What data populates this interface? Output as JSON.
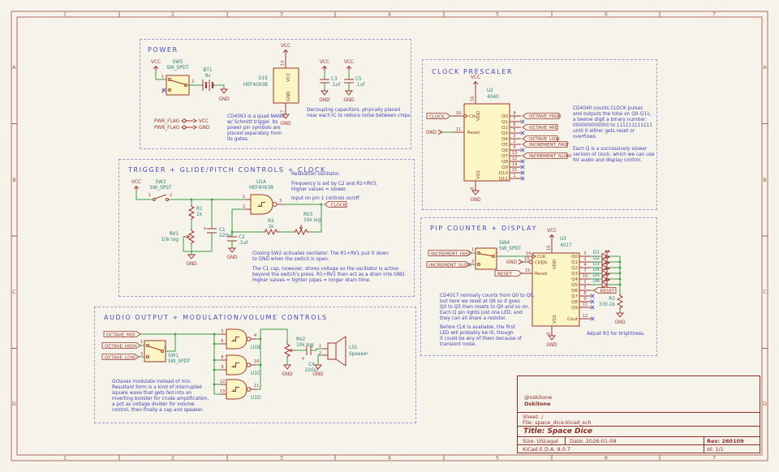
{
  "colors": {
    "background": "#f6f3eb",
    "frame": "#a5564c",
    "section_border": "#9d9cd2",
    "note_text": "#4343bb",
    "wire": "#3f9b3f",
    "symbol": "#9c372c",
    "field_text": "#2a8078",
    "symbol_fill": "#fcf6c5",
    "no_connect": "#4747c0"
  },
  "frame": {
    "cols": [
      "1",
      "2",
      "3",
      "4",
      "5",
      "6",
      "7"
    ],
    "rows": [
      "A",
      "B",
      "C",
      "D"
    ]
  },
  "power": {
    "title": "POWER",
    "vcc": "VCC",
    "gnd": "GND",
    "pwr_flag": "PWR_FLAG",
    "sw": {
      "ref": "SW5",
      "value": "SW_SPDT",
      "pin1": "1",
      "pin2": "2",
      "pin3": "3"
    },
    "battery": {
      "ref": "BT1",
      "value": "9v"
    },
    "ic": {
      "ref": "U1E",
      "value": "HEF4093B",
      "pin_vcc_num": "14",
      "pin_gnd_num": "7",
      "pin_vcc_name": "VCC",
      "pin_gnd_name": "GND"
    },
    "c3": {
      "ref": "C3",
      "value": ".1uf"
    },
    "c5": {
      "ref": "C5",
      "value": ".1uf"
    },
    "note_ic": [
      "CD4093 is a quad NAND",
      "w/ Schmitt trigger. Its",
      "power pin symbols are",
      "placed separately from",
      "its gates."
    ],
    "note_caps": [
      "Decoupling capacitors, phyically placed",
      "near each IC to reduce noise between chips."
    ]
  },
  "prescaler": {
    "title": "CLOCK PRESCALER",
    "vcc": "VCC",
    "gnd": "GND",
    "clock_label": "CLOCK",
    "ic": {
      "ref": "U2",
      "value": "4040"
    },
    "clk": {
      "name": "Clk",
      "num": "10"
    },
    "reset": {
      "name": "Reset",
      "num": "11"
    },
    "vdd": {
      "name": "VDD",
      "num": "16"
    },
    "vss": {
      "name": "VSS",
      "num": "8"
    },
    "qpins": [
      {
        "name": "Q0",
        "num": "9",
        "label": "OCTAVE_HIGH"
      },
      {
        "name": "Q1",
        "num": "7"
      },
      {
        "name": "Q2",
        "num": "6",
        "label": "OCTAVE_MID"
      },
      {
        "name": "Q3",
        "num": "5"
      },
      {
        "name": "Q4",
        "num": "3",
        "label": "OCTAVE_LOW"
      },
      {
        "name": "Q5",
        "num": "2",
        "label": "INCREMENT_FAST"
      },
      {
        "name": "Q6",
        "num": "4"
      },
      {
        "name": "Q7",
        "num": "13",
        "label": "INCREMENT_SLOW"
      },
      {
        "name": "Q8",
        "num": "12"
      },
      {
        "name": "Q9",
        "num": "14"
      },
      {
        "name": "Q10",
        "num": "15"
      },
      {
        "name": "Q11",
        "num": "1"
      }
    ],
    "note1": [
      "CD4040 counts CLOCK pulses",
      "and outputs the total on Q0-Q11,",
      "a twelve digit a binary number:",
      "000000000000 to 111111111111",
      "until it either gets reset or",
      "overflows."
    ],
    "note2": [
      "Each Q is a successively slower",
      "version of clock, which we can use",
      "for audio and display control."
    ]
  },
  "trigger": {
    "title": "TRIGGER + GLIDE/PITCH CONTROLS + CLOCK",
    "vcc": "VCC",
    "gnd": "GND",
    "clock_label": "CLOCK",
    "sw": {
      "ref": "SW2",
      "value": "SW_SPST",
      "pin1": "1",
      "pin2": "2"
    },
    "r1": {
      "ref": "R1",
      "value": "1k"
    },
    "rv1": {
      "ref": "RV1",
      "value": "10k log"
    },
    "c1": {
      "ref": "C1",
      "value": "220uf",
      "plus": "+"
    },
    "c2": {
      "ref": "C2",
      "value": ".1uf"
    },
    "gate": {
      "ref": "U1A",
      "value": "HEF4093B",
      "pin1": "1",
      "pin2": "2",
      "pin3": "3"
    },
    "r2": {
      "ref": "R2",
      "value": "1k"
    },
    "rv3": {
      "ref": "RV3",
      "value": "10k log"
    },
    "note_top": [
      "Relaxation oscillator.",
      "Frequency is set by C2 and R2+RV3.",
      "Higher values = slower.",
      "Input on pin 1 controls on/off."
    ],
    "note_bottom": [
      "Closing SW2 activates oscillator. The R1+RV1 pull it down",
      "to GND when the switch is open.",
      "The C1 cap, however, stores voltage so the oscillator is active",
      "beyond the switch's press. R1+RV1 then act as a drain into GND.",
      "Higher values = tighter pipes = longer drain time."
    ]
  },
  "pip": {
    "title": "PIP COUNTER + DISPLAY",
    "vcc": "VCC",
    "gnd": "GND",
    "inc_fast": "INCREMENT_FAST",
    "inc_slow": "INCREMENT_SLOW",
    "reset_in": "RESET",
    "reset_out": "RESET",
    "sw": {
      "ref": "SW4",
      "value": "SW_SPDT",
      "pin1": "1",
      "pin2": "2",
      "pin3": "3"
    },
    "ic": {
      "ref": "U3",
      "value": "4017"
    },
    "clk": {
      "name": "CLK",
      "num": "14"
    },
    "cken": {
      "name": "CKEN",
      "num": "13"
    },
    "reset": {
      "name": "Reset",
      "num": "15"
    },
    "vdd": {
      "name": "VDD",
      "num": "16"
    },
    "vss": {
      "name": "VSS",
      "num": "8"
    },
    "cout": {
      "name": "Cout",
      "num": "12"
    },
    "qpins": [
      {
        "name": "Q0",
        "num": "3",
        "led": "D1"
      },
      {
        "name": "Q1",
        "num": "2",
        "led": "D2"
      },
      {
        "name": "Q2",
        "num": "4",
        "led": "D3"
      },
      {
        "name": "Q3",
        "num": "7",
        "led": "D4"
      },
      {
        "name": "Q4",
        "num": "10",
        "led": "D5"
      },
      {
        "name": "Q5",
        "num": "1",
        "led": "D6"
      },
      {
        "name": "Q6",
        "num": "5"
      },
      {
        "name": "Q7",
        "num": "6"
      },
      {
        "name": "Q8",
        "num": "9"
      },
      {
        "name": "Q9",
        "num": "11"
      }
    ],
    "r3": {
      "ref": "R3",
      "value": "330-1k"
    },
    "note1": [
      "CD4017 normally counts from Q0 to Q9,",
      "but here we reset at Q6 so it goes",
      "Q0 to Q5 then resets to Q0 and so on.",
      "Each Q pin lights just one LED, and",
      "they can all share a resistor."
    ],
    "note2": [
      "Before CLK is available, the first",
      "LED will probably be lit, though",
      "it could be any of them because of",
      "transient noise."
    ],
    "note3": "Adjust R3 for brightness."
  },
  "audio": {
    "title": "AUDIO OUTPUT + MODULATION/VOLUME CONTROLS",
    "gnd": "GND",
    "oct_mid": "OCTAVE_MID",
    "oct_high": "OCTAVE_HIGH",
    "oct_low": "OCTAVE_LOW",
    "sw": {
      "ref": "SW1",
      "value": "SW_SPDT",
      "pin1": "1",
      "pin2": "2",
      "pin3": "3"
    },
    "gates": [
      {
        "ref": "U1B",
        "pin_a": "5",
        "pin_b": "6",
        "pin_out": "4"
      },
      {
        "ref": "U1C",
        "pin_a": "8",
        "pin_b": "9",
        "pin_out": "10"
      },
      {
        "ref": "U1D",
        "pin_a": "12",
        "pin_b": "13",
        "pin_out": "11"
      }
    ],
    "rv2": {
      "ref": "RV2",
      "value": "10k log"
    },
    "c4": {
      "ref": "C4",
      "value": "220uf",
      "plus": "+"
    },
    "speaker": {
      "ref": "LS1",
      "value": "Speaker",
      "pin1": "1",
      "pin2": "2"
    },
    "note": [
      "Octaves modulate instead of mix.",
      "Resultant form is a kind of interrupted",
      "square wave that gets fed into an",
      "inverting booster for crude amplification,",
      "a pot as voltage divider for volume",
      "control, then finally a cap and speaker."
    ]
  },
  "title_block": {
    "handle": "@oskitone",
    "company": "Oskitone",
    "sheet": "Sheet: /",
    "file": "File: space_dice.kicad_sch",
    "title": "Title: Space Dice",
    "size": "Size: USLegal",
    "date": "Date: 2026-01-09",
    "rev": "Rev: 260109",
    "tool": "KiCad E.D.A. 9.0.7",
    "id": "Id: 1/1"
  }
}
